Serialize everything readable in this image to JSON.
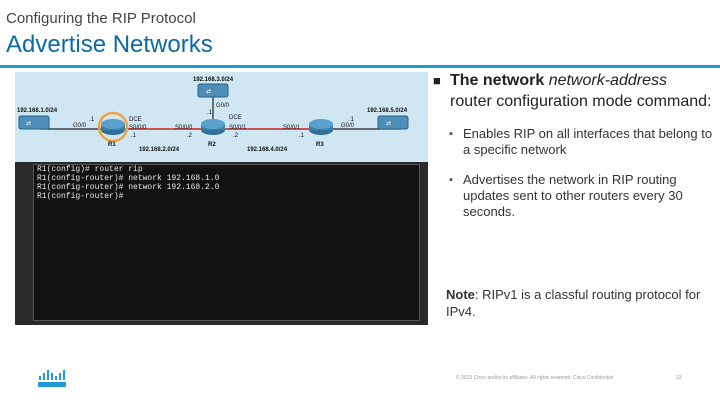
{
  "header": {
    "subtitle": "Configuring the RIP Protocol",
    "title": "Advertise Networks"
  },
  "topology": {
    "networks": [
      "192.168.1.0/24",
      "192.168.3.0/24",
      "192.168.5.0/24",
      "192.168.2.0/24",
      "192.168.4.0/24"
    ],
    "routers": [
      "R1",
      "R2",
      "R3"
    ],
    "interfaces": {
      "r1_g0": "G0/0",
      "r1_s0": "S0/0/0",
      "r1_g0_host": ".1",
      "r1_s0_host": ".1",
      "r1_dce": "DCE",
      "r2_s0": "S0/0/0",
      "r2_s0_host": ".2",
      "r2_g0": "G0/0",
      "r2_g0_host": ".1",
      "r2_s1": "S0/0/1",
      "r2_s1_host": ".2",
      "r2_dce": "DCE",
      "r3_s1": "S0/0/1",
      "r3_s1_host": ".1",
      "r3_g0": "G0/0",
      "r3_g0_host": ".1"
    }
  },
  "terminal": {
    "lines": [
      "R1(config)# router rip",
      "R1(config-router)# network 192.168.1.0",
      "R1(config-router)# network 192.168.2.0",
      "R1(config-router)#"
    ]
  },
  "content": {
    "main_bullet_bold": "The network",
    "main_bullet_italic": "network-address",
    "main_bullet_rest": "router configuration mode command:",
    "sub_bullets": [
      "Enables RIP on all interfaces that belong to a specific network",
      "Advertises the network in RIP routing updates sent to other routers every 30 seconds."
    ],
    "note_label": "Note",
    "note_text": ": RIPv1 is a classful routing protocol for IPv4."
  },
  "footer": {
    "copyright": "© 2013 Cisco and/or its affiliates. All rights reserved.   Cisco Confidential",
    "page": "13"
  },
  "colors": {
    "title": "#0b6aa4",
    "rule": "#1f9bd6",
    "topology_bg": "#cfe6f3",
    "router": "#2f6f98",
    "highlight": "#f2a23a"
  },
  "icons": [
    "cisco-logo-icon",
    "router-icon",
    "switch-icon",
    "square-bullet-icon"
  ]
}
